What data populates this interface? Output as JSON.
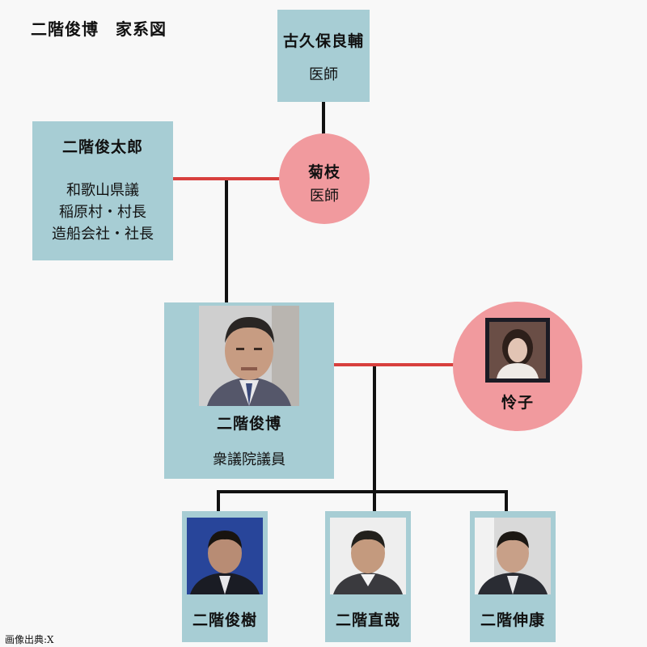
{
  "title": "二階俊博　家系図",
  "credit": "画像出典:X",
  "persons": {
    "kubo": {
      "name": "古久保良輔",
      "role": "医師"
    },
    "kikue": {
      "name": "菊枝",
      "role": "医師"
    },
    "toshitaro": {
      "name": "二階俊太郎",
      "roles": [
        "和歌山県議",
        "稲原村・村長",
        "造船会社・社長"
      ]
    },
    "toshihiro": {
      "name": "二階俊博",
      "role": "衆議院議員"
    },
    "reiko": {
      "name": "怜子"
    },
    "toshiki": {
      "name": "二階俊樹"
    },
    "naoya": {
      "name": "二階直哉"
    },
    "nobuyasu": {
      "name": "二階伸康"
    }
  },
  "colors": {
    "box": "#a7cdd4",
    "circle": "#f19a9e",
    "marriage_line": "#d8403e",
    "descent_line": "#111111"
  }
}
